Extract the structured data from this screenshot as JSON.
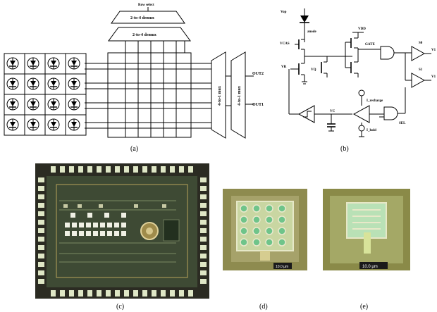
{
  "captions": {
    "a": "(a)",
    "b": "(b)",
    "c": "(c)",
    "d": "(d)",
    "e": "(e)"
  },
  "panel_a": {
    "rowselect": "Row select",
    "demux_top": "2-to-4 demux",
    "demux_bottom": "2-to-4 demux",
    "mux_left": "4-to-1 mux",
    "mux_right": "4-to-1 mux",
    "out2": "OUT2",
    "out1": "OUT1"
  },
  "panel_b": {
    "vop": "Vop",
    "anode": "anode",
    "vcas": "VCAS",
    "vdd": "VDD",
    "gate": "GATE",
    "vq": "VQ",
    "vr": "VR",
    "vc": "VC",
    "s0": "S0",
    "s1": "S1",
    "v1a": "V1",
    "v1b": "V1",
    "irecharge": "I_recharge",
    "ihold": "I_hold",
    "sel": "SEL"
  },
  "panel_d": {
    "scale": "10.0 µm"
  },
  "panel_e": {
    "scale": "10.0 µm"
  },
  "colors": {
    "die": "#3e4a34",
    "pad": "#dfe7c6",
    "chip_bg": "#2b2b22",
    "micro_bg": "#8a8a4a",
    "micro_detector": "#b9e1b6"
  }
}
